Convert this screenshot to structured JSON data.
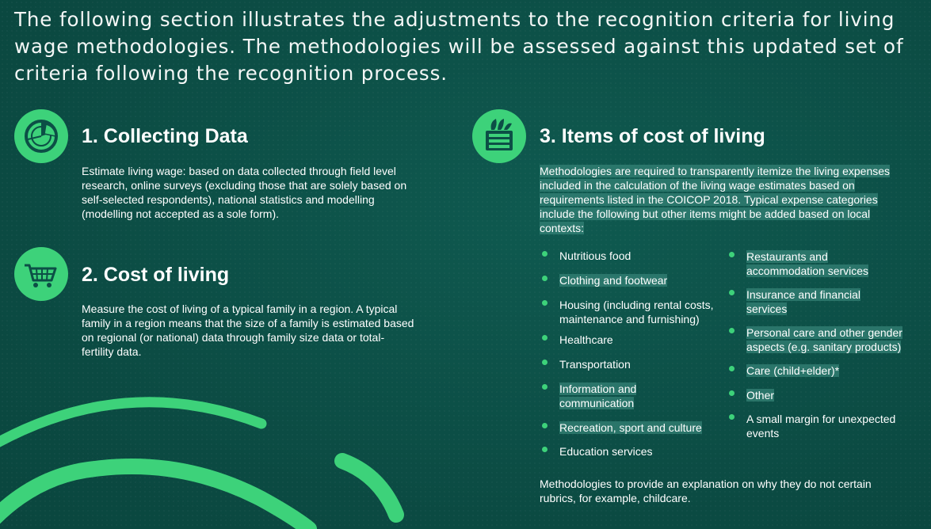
{
  "intro": "The following section illustrates the adjustments to the recognition criteria for living wage methodologies. The methodologies will be assessed against this updated set of criteria following the recognition process.",
  "sections": {
    "collecting": {
      "title": "1. Collecting Data",
      "icon": "pie-chart-icon",
      "text": "Estimate living wage: based on data collected through field level research, online surveys (excluding those that are solely based on self-selected respondents), national statistics and modelling (modelling not accepted as a sole form)."
    },
    "cost": {
      "title": "2. Cost of living",
      "icon": "shopping-cart-icon",
      "text": "Measure the cost of living of a typical family in a region. A typical family in a region means that the size of a family is estimated based on regional (or national) data through family size data or total-fertility data."
    },
    "items": {
      "title": "3. Items of cost of living",
      "icon": "grocery-crate-icon",
      "text": "Methodologies are required to transparently itemize the living expenses included in the calculation of the living wage estimates based on requirements listed in the COICOP 2018. Typical expense categories include the following but other items might be added based on local contexts:",
      "left_list": [
        "Nutritious food",
        "Clothing and footwear",
        "Housing (including rental costs, maintenance and furnishing)",
        "Healthcare",
        "Transportation",
        "Information and communication",
        "Recreation, sport and culture",
        "Education services"
      ],
      "right_list": [
        "Restaurants and accommodation services",
        "Insurance and financial services",
        "Personal care and other gender aspects (e.g. sanitary products)",
        "Care (child+elder)*",
        "Other",
        "A small margin for unexpected events"
      ],
      "footer": "Methodologies to provide an explanation on why they do not certain rubrics, for example, childcare."
    }
  },
  "colors": {
    "background": "#0c4f46",
    "accent": "#3dd27a",
    "highlight": "#348276"
  }
}
